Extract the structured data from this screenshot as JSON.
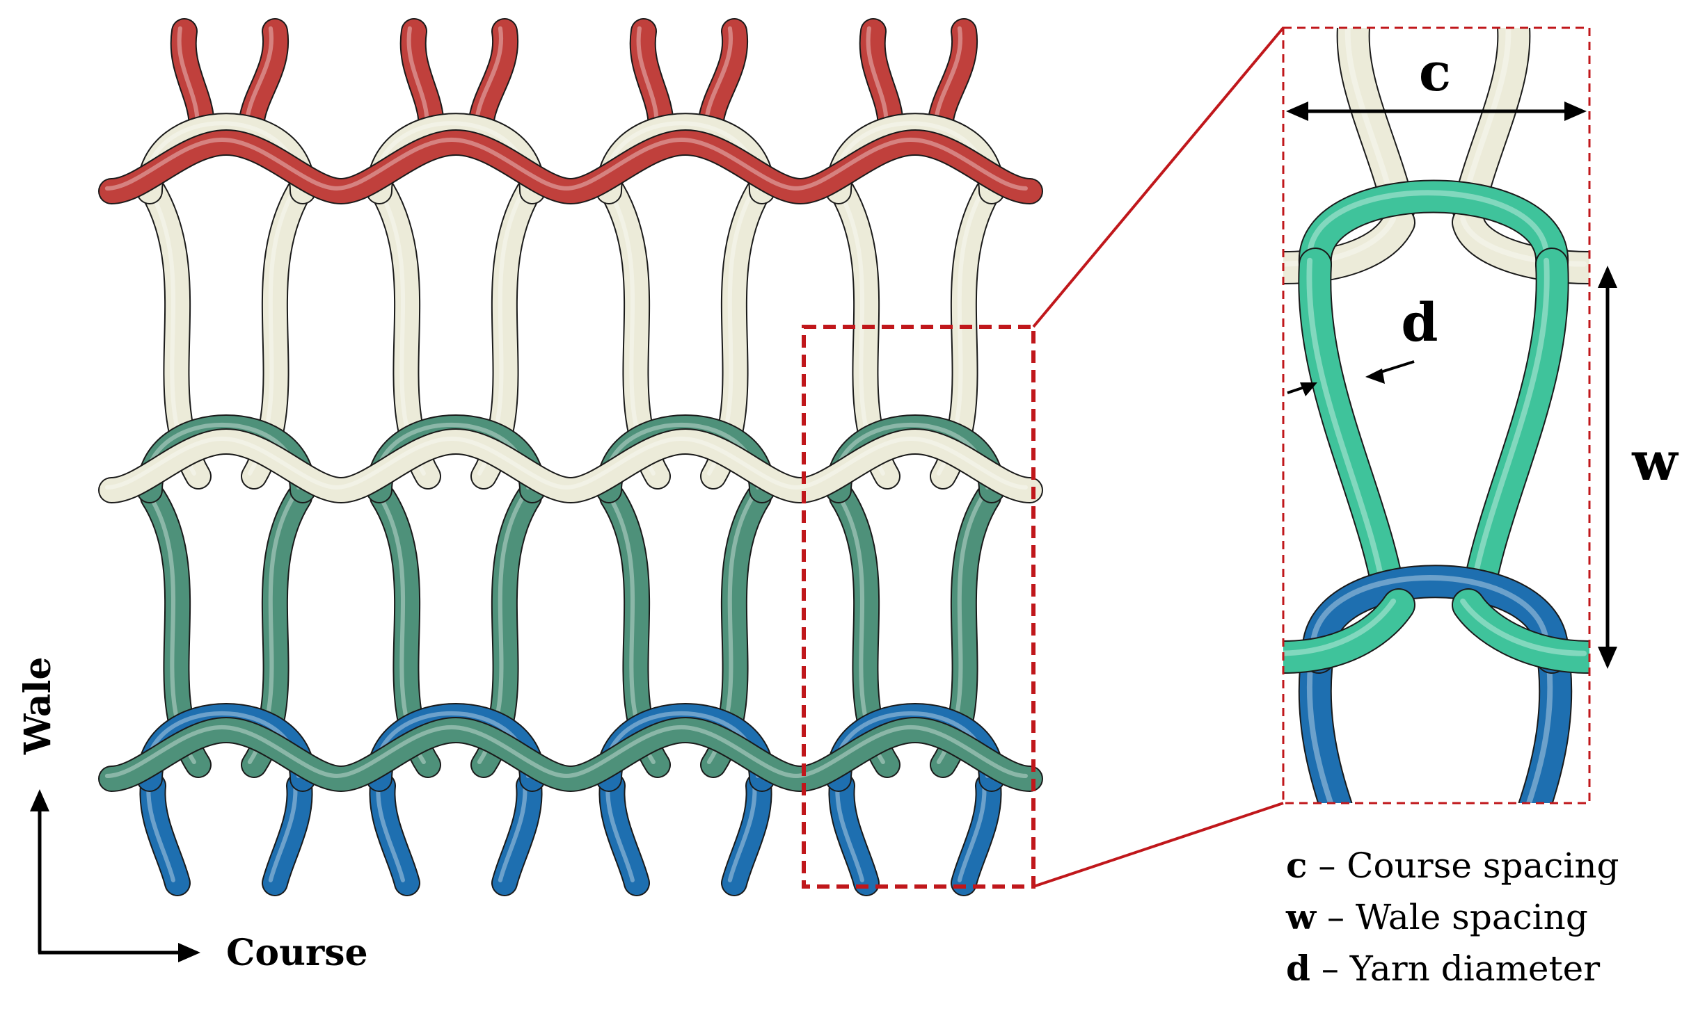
{
  "axes": {
    "vertical_label": "Wale",
    "horizontal_label": "Course"
  },
  "dimensions": {
    "c": "c",
    "w": "w",
    "d": "d"
  },
  "legend": [
    {
      "key": "c",
      "sep": " – ",
      "text": "Course spacing"
    },
    {
      "key": "w",
      "sep": " – ",
      "text": "Wale spacing"
    },
    {
      "key": "d",
      "sep": " – ",
      "text": "Yarn diameter"
    }
  ],
  "colors": {
    "red_yarn": "#c0403c",
    "cream_yarn": "#ecebd9",
    "green_yarn": "#4e917a",
    "bright_green_yarn": "#3fc39b",
    "blue_yarn": "#1e6fb0",
    "highlight_box": "#c0171b",
    "outline": "#1a1a1a"
  }
}
